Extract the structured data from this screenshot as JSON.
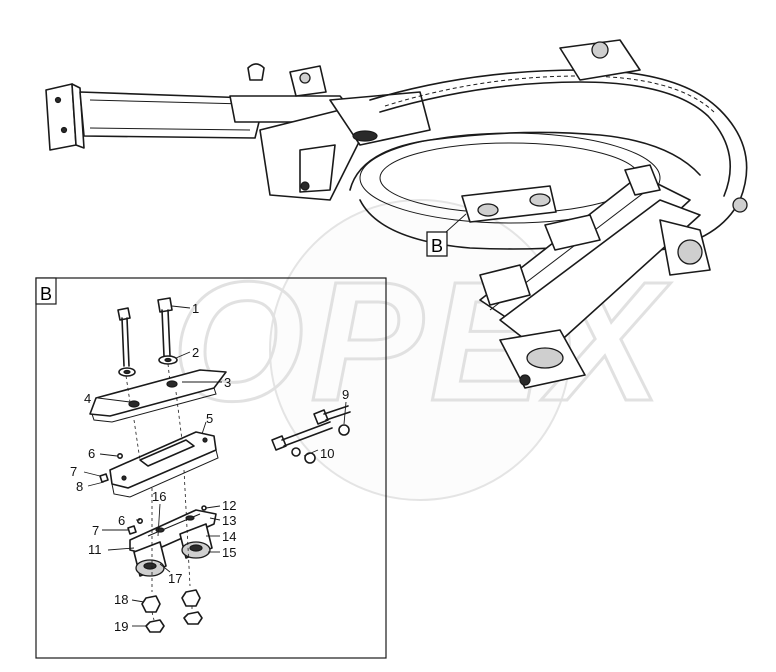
{
  "watermark": "OPEX",
  "view_marker": "B",
  "detail_label": "B",
  "part_numbers": {
    "p1": "1",
    "p2": "2",
    "p3": "3",
    "p4": "4",
    "p5": "5",
    "p6a": "6",
    "p6b": "6",
    "p7a": "7",
    "p7b": "7",
    "p8": "8",
    "p9": "9",
    "p10": "10",
    "p11": "11",
    "p12": "12",
    "p13": "13",
    "p14": "14",
    "p15": "15",
    "p16": "16",
    "p17": "17",
    "p18": "18",
    "p19": "19"
  },
  "colors": {
    "line": "#1a1a1a",
    "watermark": "#e6e6e6",
    "background": "#ffffff"
  }
}
